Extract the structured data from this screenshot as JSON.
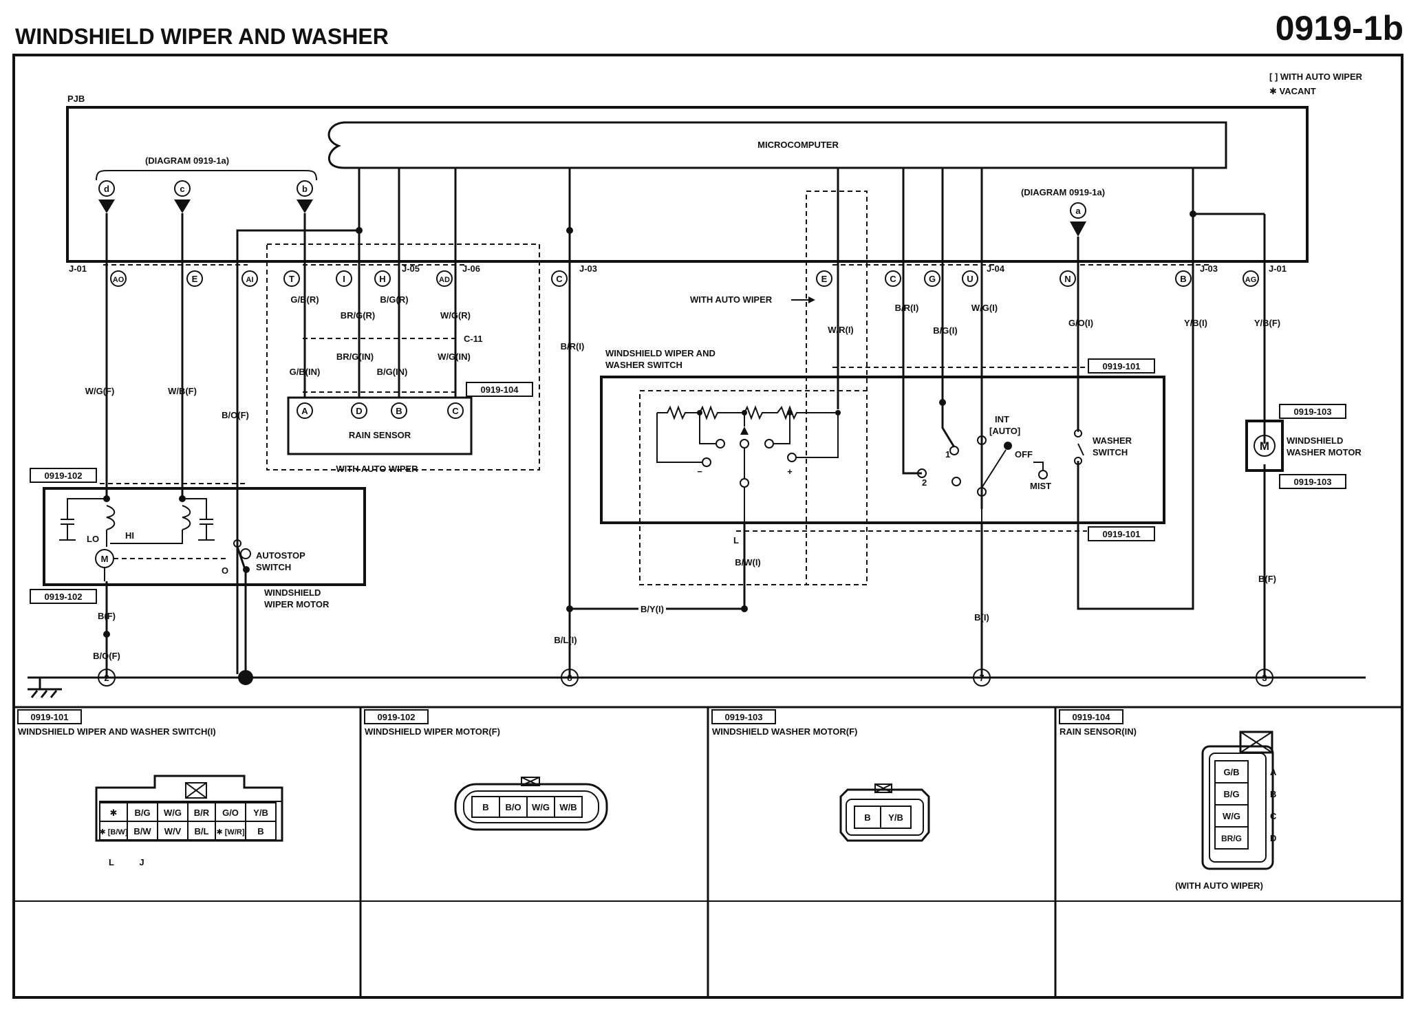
{
  "header": {
    "title": "WINDSHIELD WIPER AND WASHER",
    "page_code": "0919-1b"
  },
  "legend": {
    "auto_wiper": "[ ] WITH AUTO WIPER",
    "vacant": "✱ VACANT"
  },
  "pjb": {
    "label": "PJB",
    "microcomputer": "MICROCOMPUTER",
    "diagram_ref_left": "(DIAGRAM 0919-1a)",
    "diagram_ref_right": "(DIAGRAM 0919-1a)"
  },
  "refs": {
    "d": "d",
    "c": "c",
    "b": "b",
    "a": "a"
  },
  "connectors": {
    "j01_left": "J-01",
    "j05": "J-05",
    "j06": "J-06",
    "j03_mid": "J-03",
    "j04": "J-04",
    "j03_right": "J-03",
    "j01_right": "J-01",
    "c11": "C-11"
  },
  "pins": {
    "AO": "AO",
    "E1": "E",
    "AI": "AI",
    "T": "T",
    "I": "I",
    "H": "H",
    "AD": "AD",
    "C1": "C",
    "E2": "E",
    "C2": "C",
    "G": "G",
    "U": "U",
    "N": "N",
    "B": "B",
    "AG": "AG"
  },
  "wires": {
    "wg_f": "W/G(F)",
    "wb_f": "W/B(F)",
    "bo_f": "B/O(F)",
    "gb_r": "G/B(R)",
    "brg_r": "BR/G(R)",
    "bg_r": "B/G(R)",
    "wg_r": "W/G(R)",
    "gb_in": "G/B(IN)",
    "brg_in": "BR/G(IN)",
    "bg_in": "B/G(IN)",
    "wg_in": "W/G(IN)",
    "br_i": "B/R(I)",
    "wr_i": "W/R(I)",
    "br_i2": "B/R(I)",
    "bg_i": "B/G(I)",
    "wg_i": "W/G(I)",
    "go_i": "G/O(I)",
    "yb_i": "Y/B(I)",
    "yb_f": "Y/B(F)",
    "bw_i": "B/W(I)",
    "by_i": "B/Y(I)",
    "bl_i": "B/L(I)",
    "b_i": "B(I)",
    "b_f_left": "B(F)",
    "bo_f2": "B/O(F)",
    "b_f_right": "B(F)"
  },
  "components": {
    "rain_sensor": "RAIN SENSOR",
    "with_auto_wiper_box": "WITH AUTO WIPER",
    "with_auto_wiper_arrow": "WITH AUTO WIPER",
    "switch_title_1": "WINDSHIELD WIPER AND",
    "switch_title_2": "WASHER SWITCH",
    "washer_switch_1": "WASHER",
    "washer_switch_2": "SWITCH",
    "washer_motor_1": "WINDSHIELD",
    "washer_motor_2": "WASHER MOTOR",
    "autostop_1": "AUTOSTOP",
    "autostop_2": "SWITCH",
    "wiper_motor_1": "WINDSHIELD",
    "wiper_motor_2": "WIPER MOTOR",
    "int_1": "INT",
    "int_2": "[AUTO]",
    "off": "OFF",
    "mist": "MIST",
    "lo": "LO",
    "hi": "HI",
    "sw_l": "L",
    "pos1": "1",
    "pos2": "2",
    "o_mark": "O",
    "minus": "−",
    "plus": "+"
  },
  "rain_pins": {
    "A": "A",
    "D": "D",
    "B": "B",
    "C": "C"
  },
  "tags": {
    "t104": "0919-104",
    "t101a": "0919-101",
    "t101b": "0919-101",
    "t103a": "0919-103",
    "t103b": "0919-103",
    "t102a": "0919-102",
    "t102b": "0919-102"
  },
  "grounds": {
    "g2": "2",
    "g8": "8",
    "g7": "7",
    "g3": "3"
  },
  "views": {
    "v101": {
      "code": "0919-101",
      "title": "WINDSHIELD WIPER AND WASHER SWITCH(I)",
      "row1": [
        "✱",
        "B/G",
        "W/G",
        "B/R",
        "G/O",
        "Y/B"
      ],
      "row2": [
        "✱ [B/W]",
        "B/W",
        "W/V",
        "B/L",
        "✱ [W/R]",
        "B"
      ],
      "foot_l": "L",
      "foot_j": "J"
    },
    "v102": {
      "code": "0919-102",
      "title": "WINDSHIELD WIPER MOTOR(F)",
      "cells": [
        "B",
        "B/O",
        "W/G",
        "W/B"
      ]
    },
    "v103": {
      "code": "0919-103",
      "title": "WINDSHIELD WASHER MOTOR(F)",
      "cells": [
        "B",
        "Y/B"
      ]
    },
    "v104": {
      "code": "0919-104",
      "title": "RAIN SENSOR(IN)",
      "cells": [
        "G/B",
        "B/G",
        "W/G",
        "BR/G"
      ],
      "letters": [
        "A",
        "B",
        "C",
        "D"
      ],
      "note": "(WITH AUTO WIPER)"
    }
  }
}
